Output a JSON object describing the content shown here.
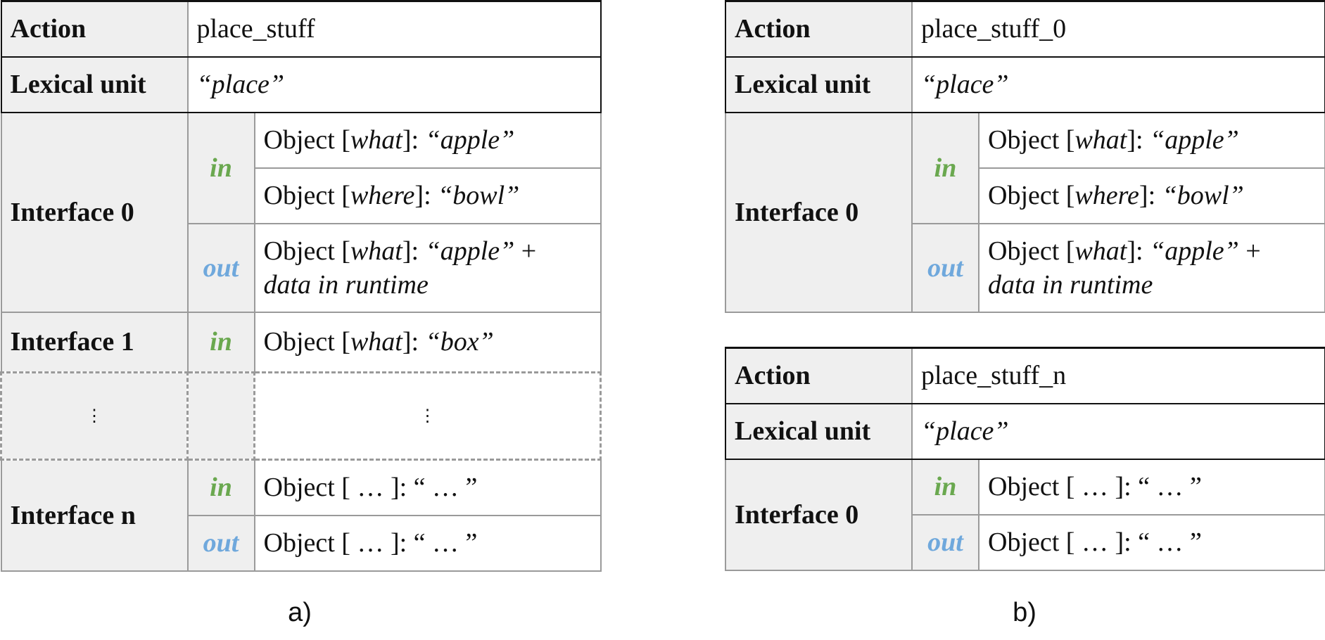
{
  "table_a": {
    "action_label": "Action",
    "action_value": "place_stuff",
    "lexical_label": "Lexical unit",
    "lexical_value": "“place”",
    "interface0": {
      "label": "Interface 0",
      "in_label": "in",
      "in_rows": [
        {
          "prefix": "Object [",
          "role": "what",
          "suffix": "]: ",
          "value": "“apple”"
        },
        {
          "prefix": "Object [",
          "role": "where",
          "suffix": "]: ",
          "value": "“bowl”"
        }
      ],
      "out_label": "out",
      "out_row": {
        "prefix": "Object [",
        "role": "what",
        "suffix": "]: ",
        "value": "“apple”",
        "plus": " +",
        "extra": "data in runtime"
      }
    },
    "interface1": {
      "label": "Interface 1",
      "in_label": "in",
      "in_row": {
        "prefix": "Object [",
        "role": "what",
        "suffix": "]: ",
        "value": "“box”"
      }
    },
    "ellipsis_left": "⋮",
    "ellipsis_right": "⋮",
    "interfacen": {
      "label": "Interface n",
      "in_label": "in",
      "in_text": "Object [ … ]: “ … ”",
      "out_label": "out",
      "out_text": "Object [ … ]: “ … ”"
    },
    "caption": "a)"
  },
  "table_b0": {
    "action_label": "Action",
    "action_value": "place_stuff_0",
    "lexical_label": "Lexical unit",
    "lexical_value": "“place”",
    "interface0": {
      "label": "Interface 0",
      "in_label": "in",
      "in_rows": [
        {
          "prefix": "Object [",
          "role": "what",
          "suffix": "]: ",
          "value": "“apple”"
        },
        {
          "prefix": "Object [",
          "role": "where",
          "suffix": "]: ",
          "value": "“bowl”"
        }
      ],
      "out_label": "out",
      "out_row": {
        "prefix": "Object [",
        "role": "what",
        "suffix": "]: ",
        "value": "“apple”",
        "plus": " +",
        "extra": "data in runtime"
      }
    }
  },
  "table_bn": {
    "action_label": "Action",
    "action_value": "place_stuff_n",
    "lexical_label": "Lexical unit",
    "lexical_value": "“place”",
    "interface0": {
      "label": "Interface 0",
      "in_label": "in",
      "in_text": "Object [ … ]: “ … ”",
      "out_label": "out",
      "out_text": "Object [ … ]: “ … ”"
    },
    "caption": "b)"
  },
  "colors": {
    "in": "#6aa84f",
    "out": "#6fa8dc",
    "label_bg": "#efefef",
    "border": "#9a9a9a",
    "head_border": "#111111"
  }
}
